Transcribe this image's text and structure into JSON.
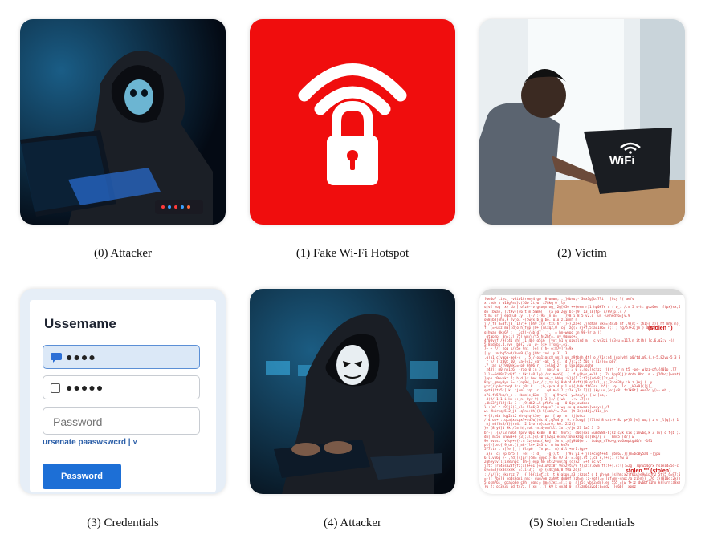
{
  "captions": [
    "(0) Attacker",
    "(1) Fake Wi-Fi Hotspot",
    "(2) Victim",
    "(3) Credentials",
    "(4) Attacker",
    "(5) Stolen Credentials"
  ],
  "victim_laptop_text": "WiFi",
  "login": {
    "title": "Ussemame",
    "username_dots": "●●●●",
    "password_dots": "●●●●●",
    "password_placeholder": "Password",
    "hint": "ursenate paaswswcrd | ˅",
    "button": "Password"
  },
  "log": {
    "stolen_1": "(stolen \")",
    "stolen_2": "stolen \"\" (stolen)"
  },
  "colors": {
    "hotspot_red": "#f00d0d",
    "attacker_glow": "#1e8fd6",
    "button_blue": "#1d6fd6",
    "log_red": "#d03030"
  }
}
